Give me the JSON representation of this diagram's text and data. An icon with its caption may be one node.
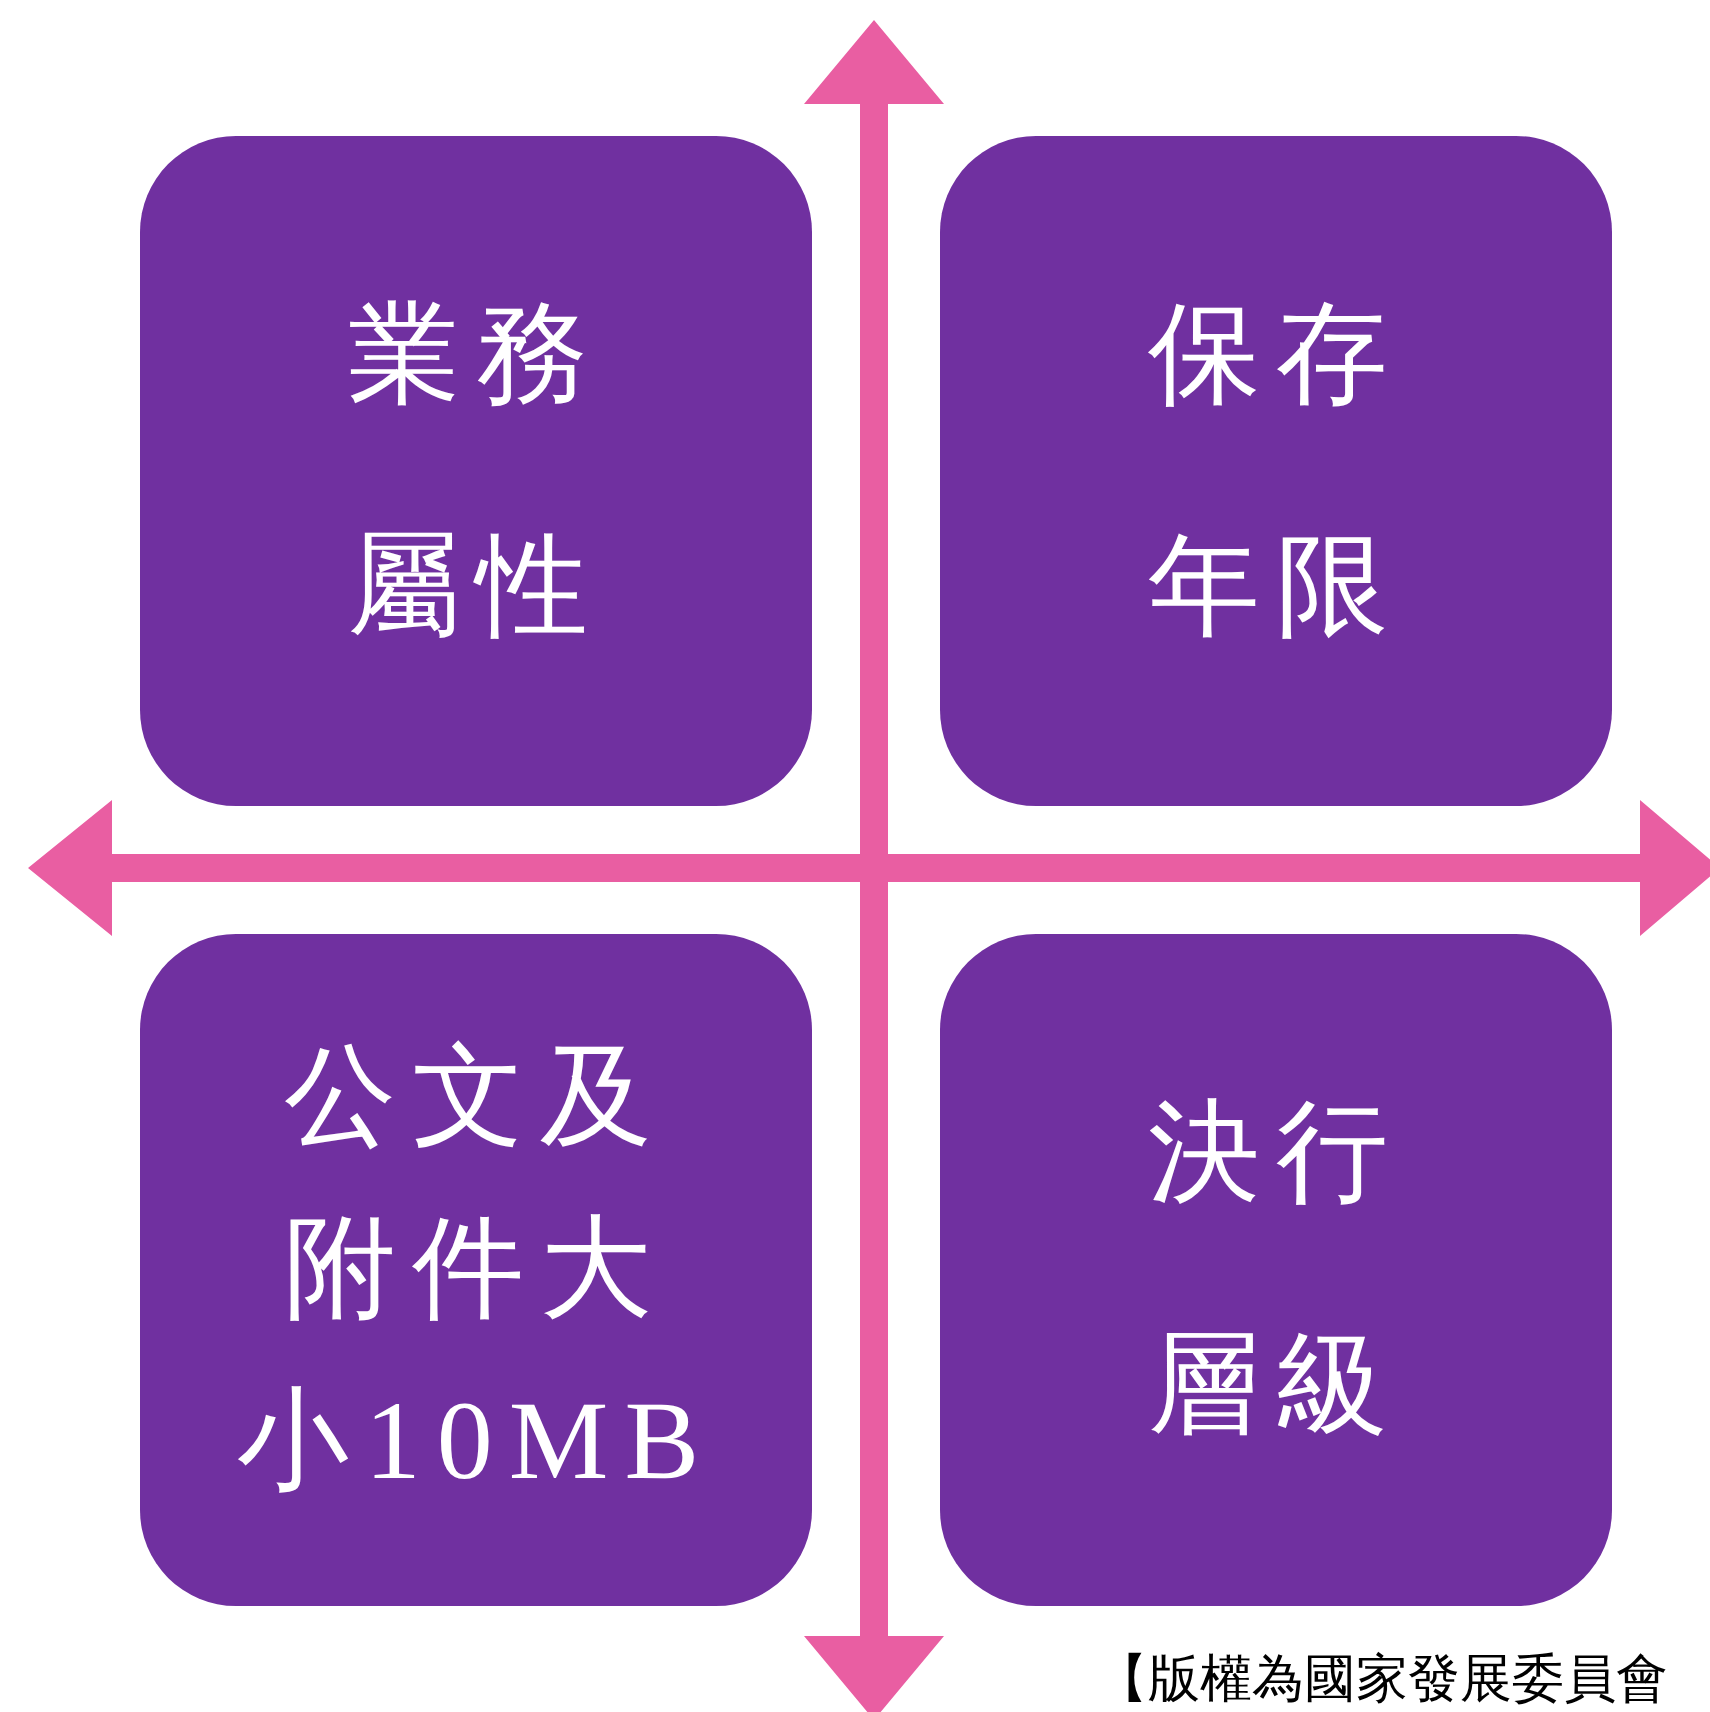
{
  "diagram": {
    "nodes": [
      {
        "text": [
          "業務屬性"
        ]
      },
      {
        "text": [
          "保存年限"
        ]
      },
      {
        "text": [
          "公文及附件大小10MB"
        ]
      },
      {
        "text": [
          "決行層級"
        ]
      }
    ],
    "labels": [
      "【版權為國家發展委員會"
    ]
  }
}
